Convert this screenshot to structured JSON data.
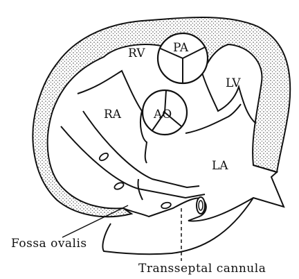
{
  "labels": {
    "pa": "PA",
    "rv": "RV",
    "lv": "LV",
    "ra": "RA",
    "ao": "AO",
    "la": "LA",
    "fossa_ovalis": "Fossa ovalis",
    "transseptal_cannula": "Transseptal cannula"
  },
  "colors": {
    "ink": "#111111",
    "paper": "#ffffff",
    "stipple": "#333333"
  }
}
